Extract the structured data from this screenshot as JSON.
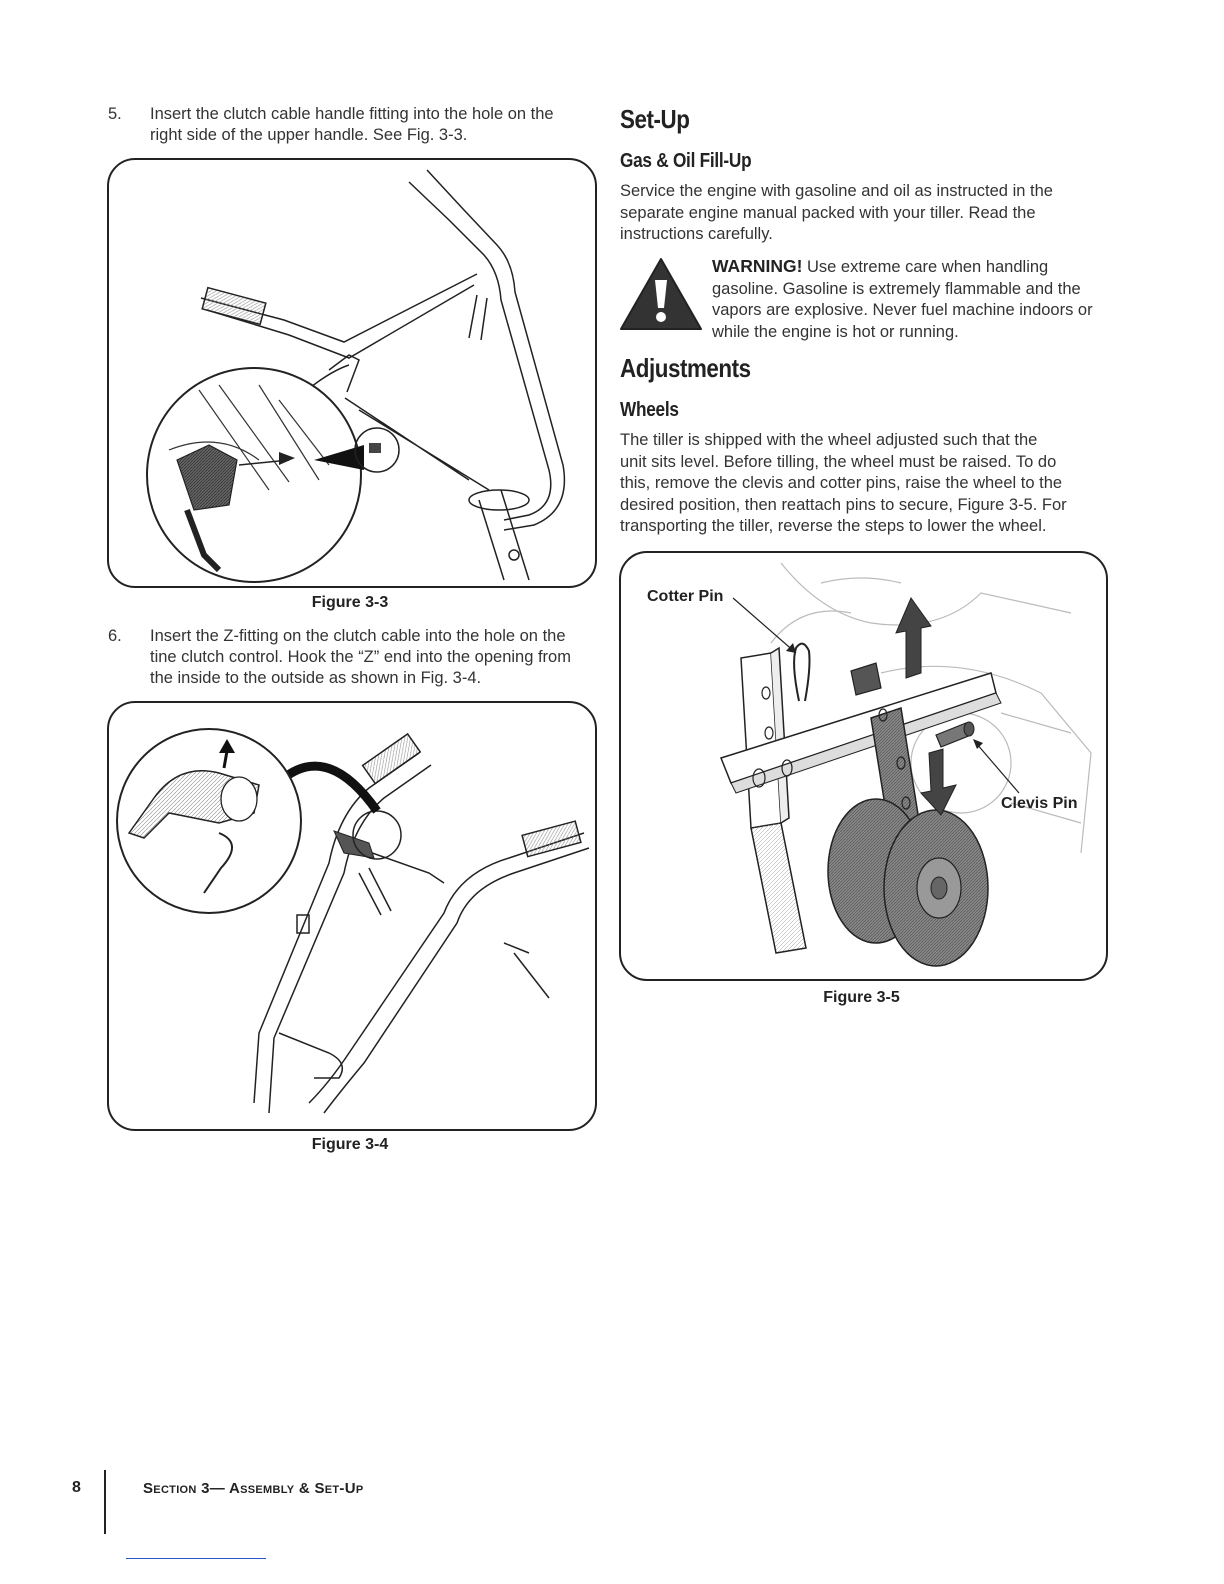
{
  "steps": [
    {
      "num": "5.",
      "text_lines": [
        "Insert the clutch cable handle fitting into the hole on the",
        "right side of the upper handle. See Fig. 3-3."
      ]
    },
    {
      "num": "6.",
      "text_lines": [
        "Insert the Z-fitting on the clutch cable into the hole on the",
        "tine clutch control. Hook the “Z” end into the opening from",
        "the inside to the outside as shown in Fig. 3-4."
      ]
    }
  ],
  "figures": {
    "fig33": {
      "caption": "Figure 3-3"
    },
    "fig34": {
      "caption": "Figure 3-4"
    },
    "fig35": {
      "caption": "Figure 3-5",
      "label_cotter": "Cotter Pin",
      "label_clevis": "Clevis Pin"
    }
  },
  "setup": {
    "heading": "Set-Up",
    "gas_oil": {
      "heading": "Gas & Oil Fill-Up",
      "lines": [
        "Service the engine with gasoline and oil as instructed in the",
        "separate engine manual packed with your tiller. Read the",
        "instructions carefully."
      ]
    },
    "warning": {
      "title": "WARNING!",
      "first_line_rest": " Use extreme care when handling",
      "lines": [
        "gasoline. Gasoline is extremely flammable and the",
        "vapors are explosive. Never fuel machine indoors or",
        "while the engine is hot or running."
      ]
    }
  },
  "adjustments": {
    "heading": "Adjustments",
    "wheels": {
      "heading": "Wheels",
      "lines": [
        "The tiller is shipped with the wheel adjusted such that the",
        "unit sits level. Before tilling, the wheel must be raised. To do",
        "this, remove the clevis and cotter pins, raise the wheel to the",
        "desired position, then reattach pins to secure, Figure 3-5. For",
        "transporting the tiller, reverse the steps to lower the wheel."
      ]
    }
  },
  "footer": {
    "page_number": "8",
    "section": "Section 3— Assembly & Set-Up"
  }
}
